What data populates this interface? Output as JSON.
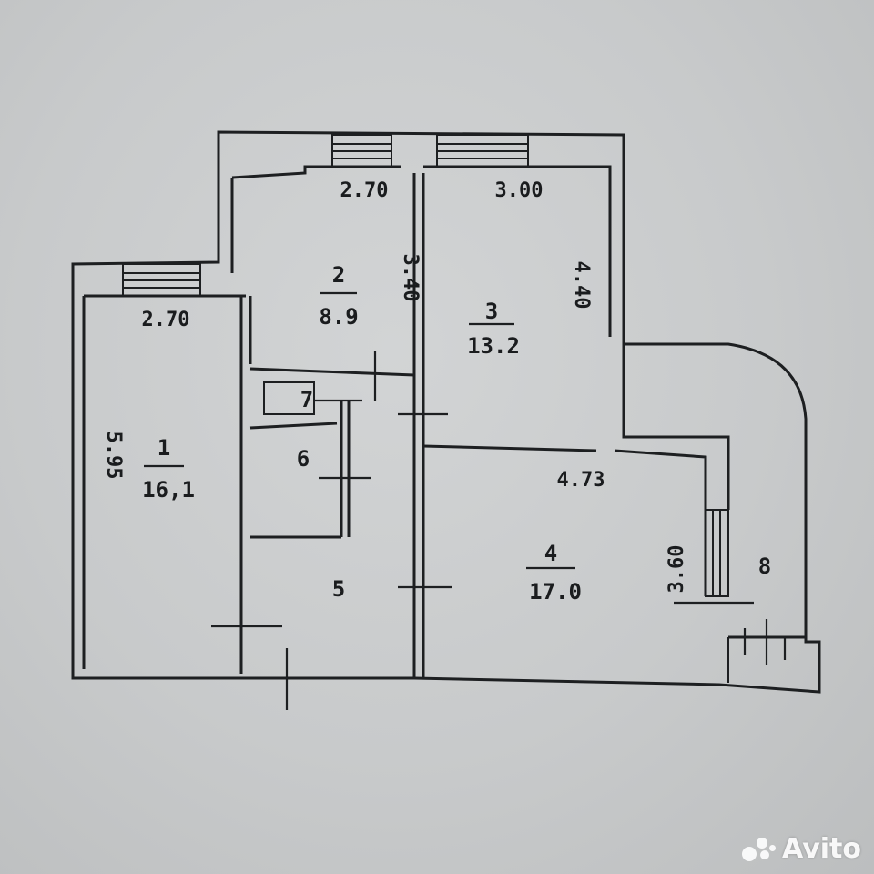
{
  "plan": {
    "rooms": [
      {
        "number": "1",
        "area": "16,1"
      },
      {
        "number": "2",
        "area": "8.9"
      },
      {
        "number": "3",
        "area": "13.2"
      },
      {
        "number": "4",
        "area": "17.0"
      },
      {
        "number": "5"
      },
      {
        "number": "6"
      },
      {
        "number": "7"
      },
      {
        "number": "8"
      }
    ],
    "dimensions": {
      "room1_width": "2.70",
      "room1_length": "5.95",
      "room2_width": "2.70",
      "room2_length": "3.40",
      "room3_width": "3.00",
      "room3_length": "4.40",
      "room4_width": "4.73",
      "room4_length": "3.60"
    }
  },
  "watermark": {
    "text": "Avito"
  },
  "colors": {
    "paper": "#c9cbcc",
    "ink": "#1d1f21",
    "watermark": "#ffffff"
  }
}
